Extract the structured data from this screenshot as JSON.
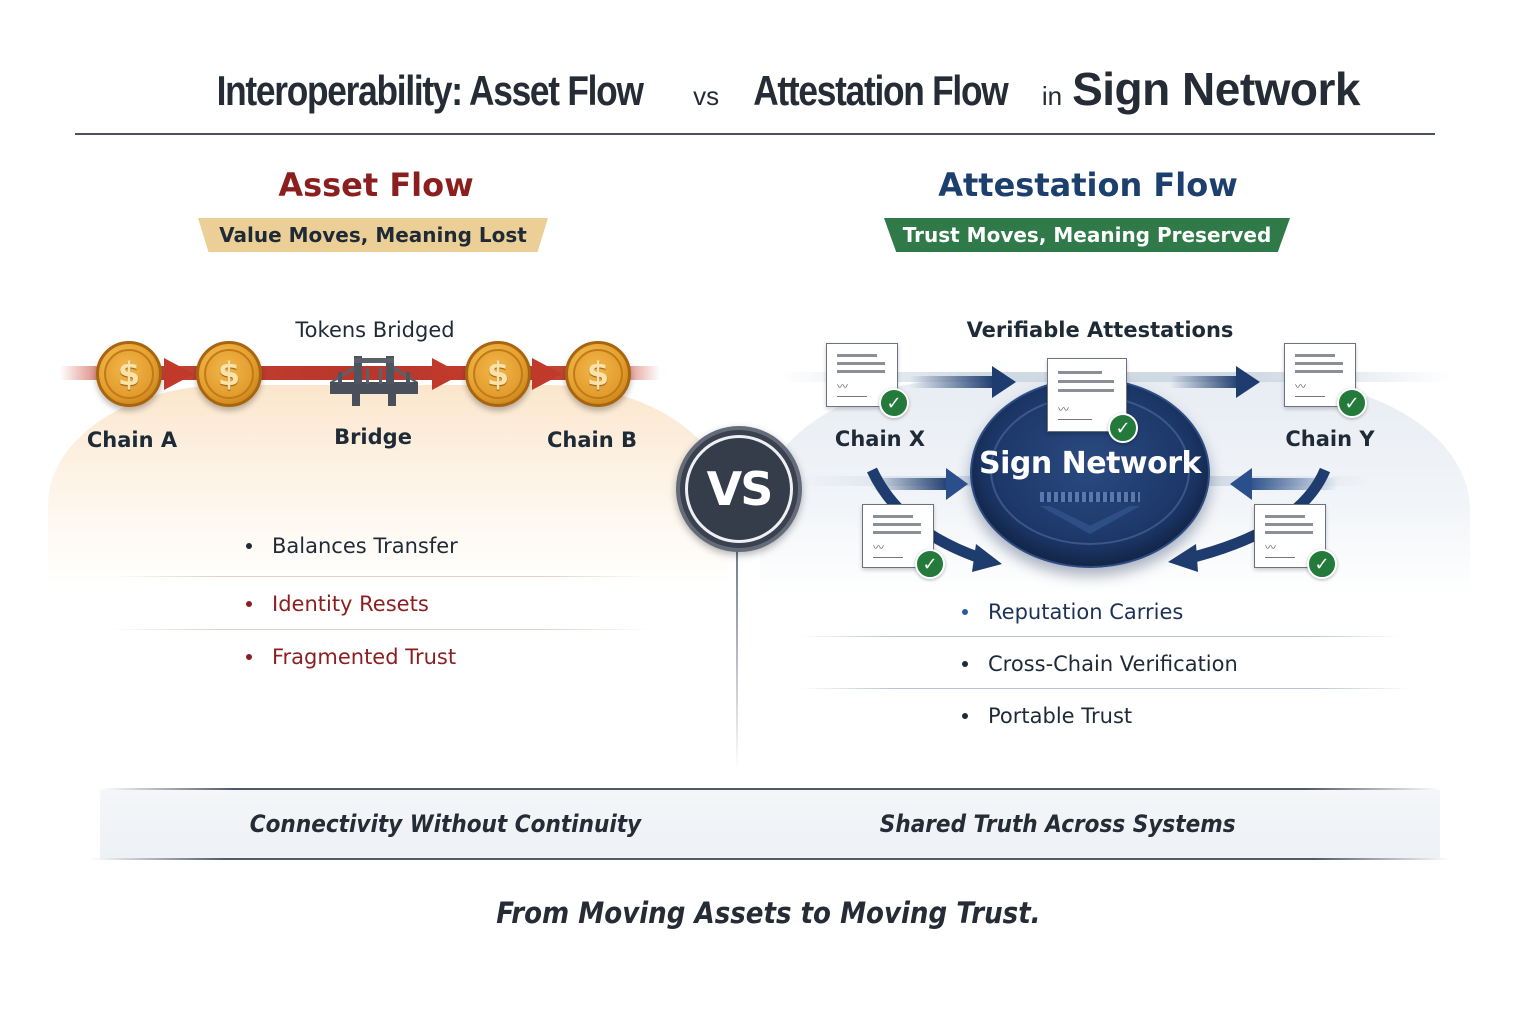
{
  "title": {
    "part1": "Interoperability: Asset Flow",
    "vs": "vs",
    "part2": "Attestation Flow",
    "in": "in",
    "brand": "Sign Network"
  },
  "asset_flow": {
    "heading": "Asset Flow",
    "ribbon": "Value Moves, Meaning Lost",
    "ribbon_color": "#eccf96",
    "heading_color": "#8b1f1f",
    "diagram": {
      "top_label": "Tokens Bridged",
      "coin_symbol": "$",
      "chain_a": "Chain A",
      "bridge": "Bridge",
      "chain_b": "Chain B"
    },
    "points": [
      {
        "text": "Balances Transfer",
        "color": "#1f2a37"
      },
      {
        "text": "Identity Resets",
        "color": "#8b1f1f"
      },
      {
        "text": "Fragmented Trust",
        "color": "#8b1f1f"
      }
    ]
  },
  "vs_badge": "VS",
  "attestation_flow": {
    "heading": "Attestation Flow",
    "ribbon": "Trust Moves, Meaning Preserved",
    "ribbon_color": "#2f7a48",
    "heading_color": "#1d3f6e",
    "diagram": {
      "top_label": "Verifiable Attestations",
      "chain_x": "Chain X",
      "hub": "Sign Network",
      "chain_y": "Chain Y",
      "check_symbol": "✓"
    },
    "points": [
      {
        "text": "Reputation Carries",
        "color": "#1d3157"
      },
      {
        "text": "Cross-Chain Verification",
        "color": "#1f2a37"
      },
      {
        "text": "Portable Trust",
        "color": "#1f2a37"
      }
    ]
  },
  "taglines": {
    "left": "Connectivity Without Continuity",
    "right": "Shared Truth Across Systems"
  },
  "footer": "From Moving Assets to Moving Trust."
}
